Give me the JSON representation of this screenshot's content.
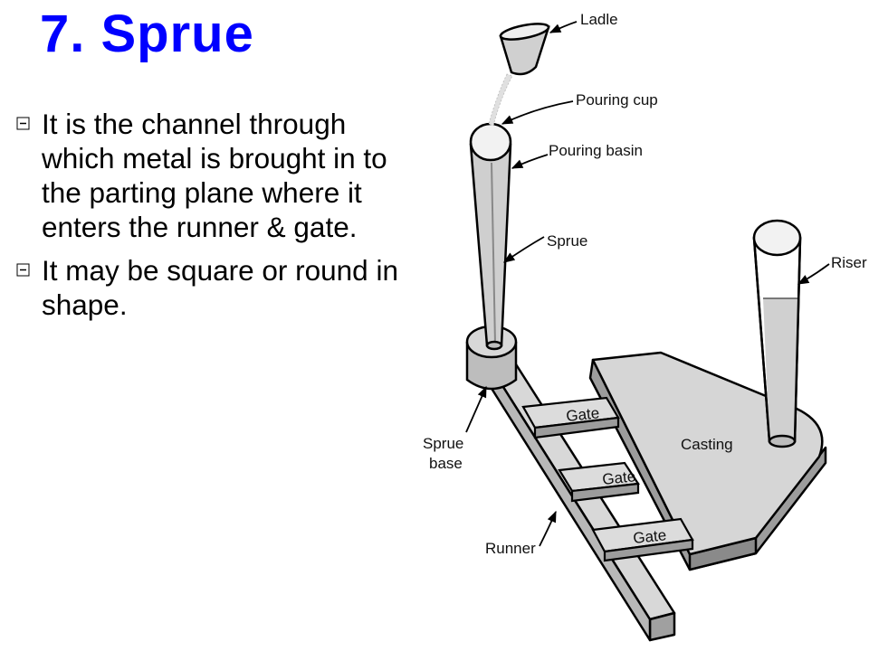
{
  "title": "7. Sprue",
  "bullets": [
    "It is the channel through which metal is brought in to the parting plane where it enters the runner & gate.",
    "It may be square or round in shape."
  ],
  "diagram": {
    "labels": {
      "ladle": "Ladle",
      "pouring_cup": "Pouring cup",
      "pouring_basin": "Pouring basin",
      "sprue": "Sprue",
      "riser": "Riser",
      "casting": "Casting",
      "gate_1": "Gate",
      "gate_2": "Gate",
      "gate_3": "Gate",
      "sprue_base_line1": "Sprue",
      "sprue_base_line2": "base",
      "runner": "Runner"
    }
  },
  "colors": {
    "title": "#0000ff",
    "part_fill": "#d4d4d4",
    "part_dark": "#9c9c9c",
    "outline": "#000000"
  }
}
